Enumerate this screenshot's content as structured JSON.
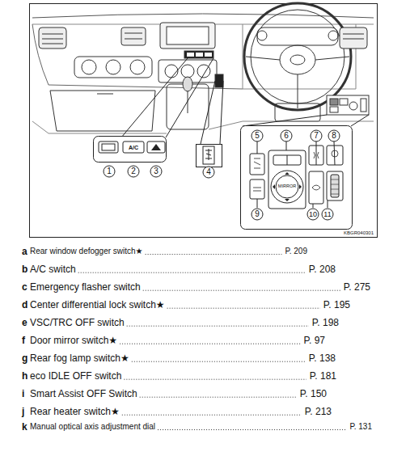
{
  "diagram": {
    "labels": [
      "1",
      "2",
      "3",
      "4",
      "5",
      "6",
      "7",
      "8",
      "9",
      "10",
      "11",
      "A/C",
      "MIRROR",
      "KBGR040301",
      "a",
      "Rear window defogger switch★",
      "P. 209",
      "b",
      "A/C switch",
      "P. 208",
      "c",
      "Emergency flasher switch",
      "P. 275",
      "d",
      "Center differential lock switch★",
      "P. 195",
      "e",
      "VSC/TRC OFF switch",
      "P. 198",
      "f",
      "Door mirror switch★",
      "P. 97",
      "g",
      "Rear fog lamp switch★",
      "P. 138",
      "h",
      "eco IDLE OFF switch",
      "P. 181",
      "i",
      "Smart Assist OFF Switch",
      "P. 150",
      "j",
      "Rear heater switch★",
      "P. 213",
      "k",
      "Manual optical axis adjustment dial",
      "P. 131"
    ]
  }
}
